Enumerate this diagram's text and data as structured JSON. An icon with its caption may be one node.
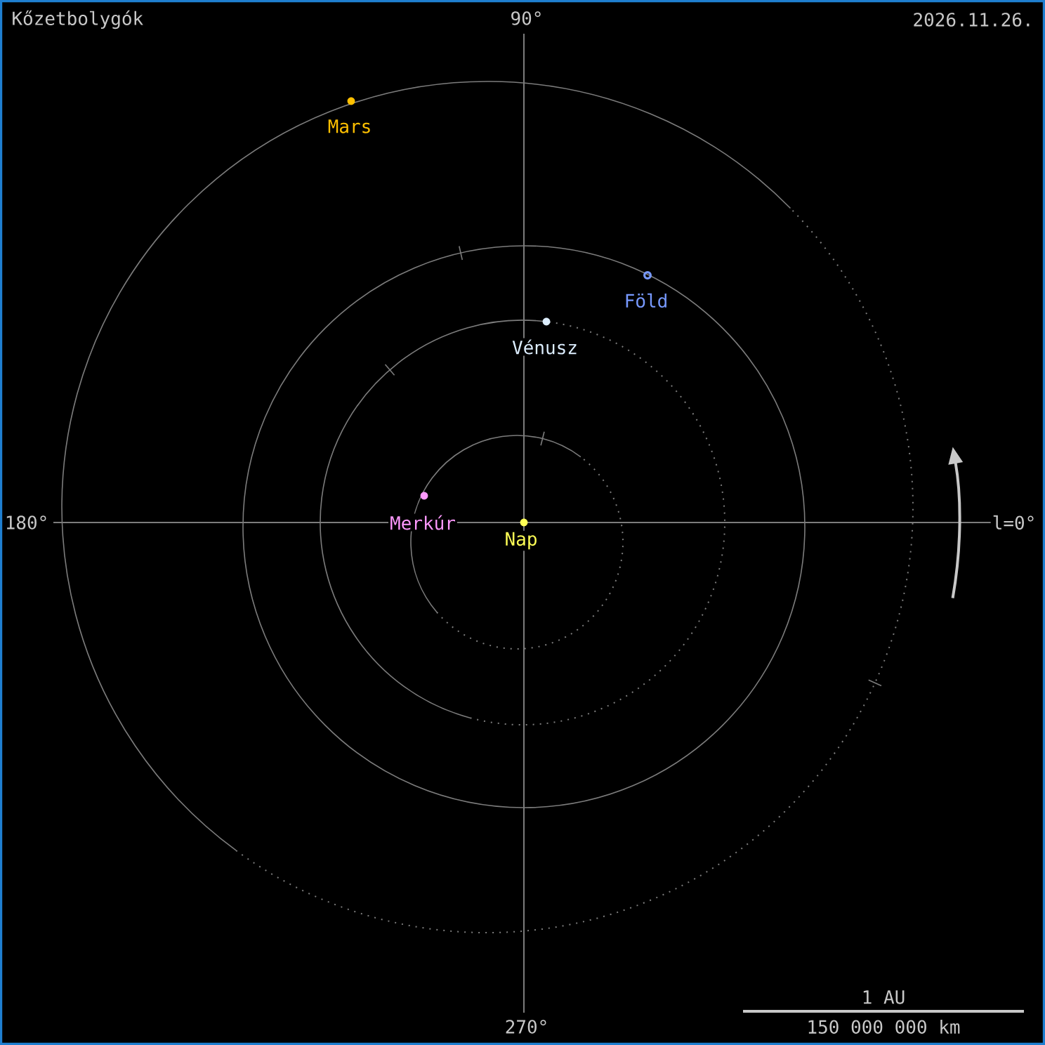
{
  "diagram": {
    "title": "Kőzetbolygók",
    "nodes": [
      {
        "text": [
          "Mars"
        ]
      },
      {
        "text": [
          "Föld"
        ]
      },
      {
        "text": [
          "Vénusz"
        ]
      },
      {
        "text": [
          "Merkúr"
        ]
      },
      {
        "text": [
          "Nap"
        ]
      }
    ],
    "labels": [
      "90°",
      "2026.11.26.",
      "180°",
      "l=0°",
      "270°",
      "1 AU",
      "150 000 000 km"
    ]
  }
}
